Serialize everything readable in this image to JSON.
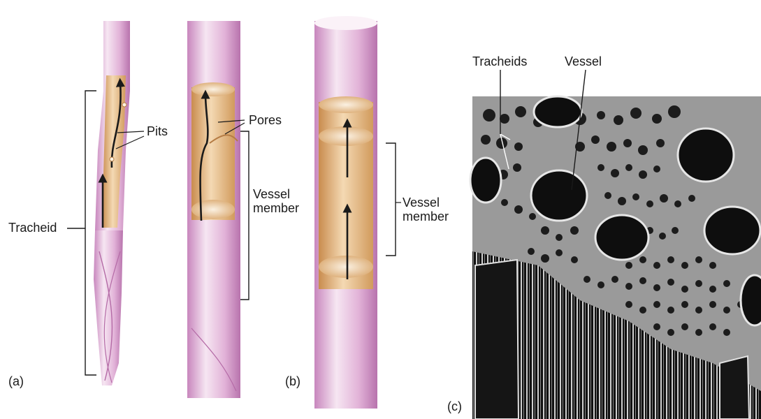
{
  "panels": {
    "a": {
      "letter": "(a)",
      "tracheid_label": "Tracheid",
      "pits_label": "Pits",
      "pores_label": "Pores",
      "vessel_member_label": "Vessel member"
    },
    "b": {
      "letter": "(b)",
      "vessel_member_label": "Vessel member"
    },
    "c": {
      "letter": "(c)",
      "tracheids_label": "Tracheids",
      "vessel_label": "Vessel"
    }
  },
  "colors": {
    "tube_pink": "#e2b3d8",
    "tube_pink_dark": "#c886bd",
    "tube_pink_light": "#f6e6f2",
    "lumen_tan": "#d9a66b",
    "lumen_light": "#f4d9b3",
    "arrow": "#1a1a1a",
    "micrograph_dark": "#1c1c1c",
    "micrograph_mid": "#7a7a7a",
    "micrograph_light": "#dcdcdc"
  }
}
